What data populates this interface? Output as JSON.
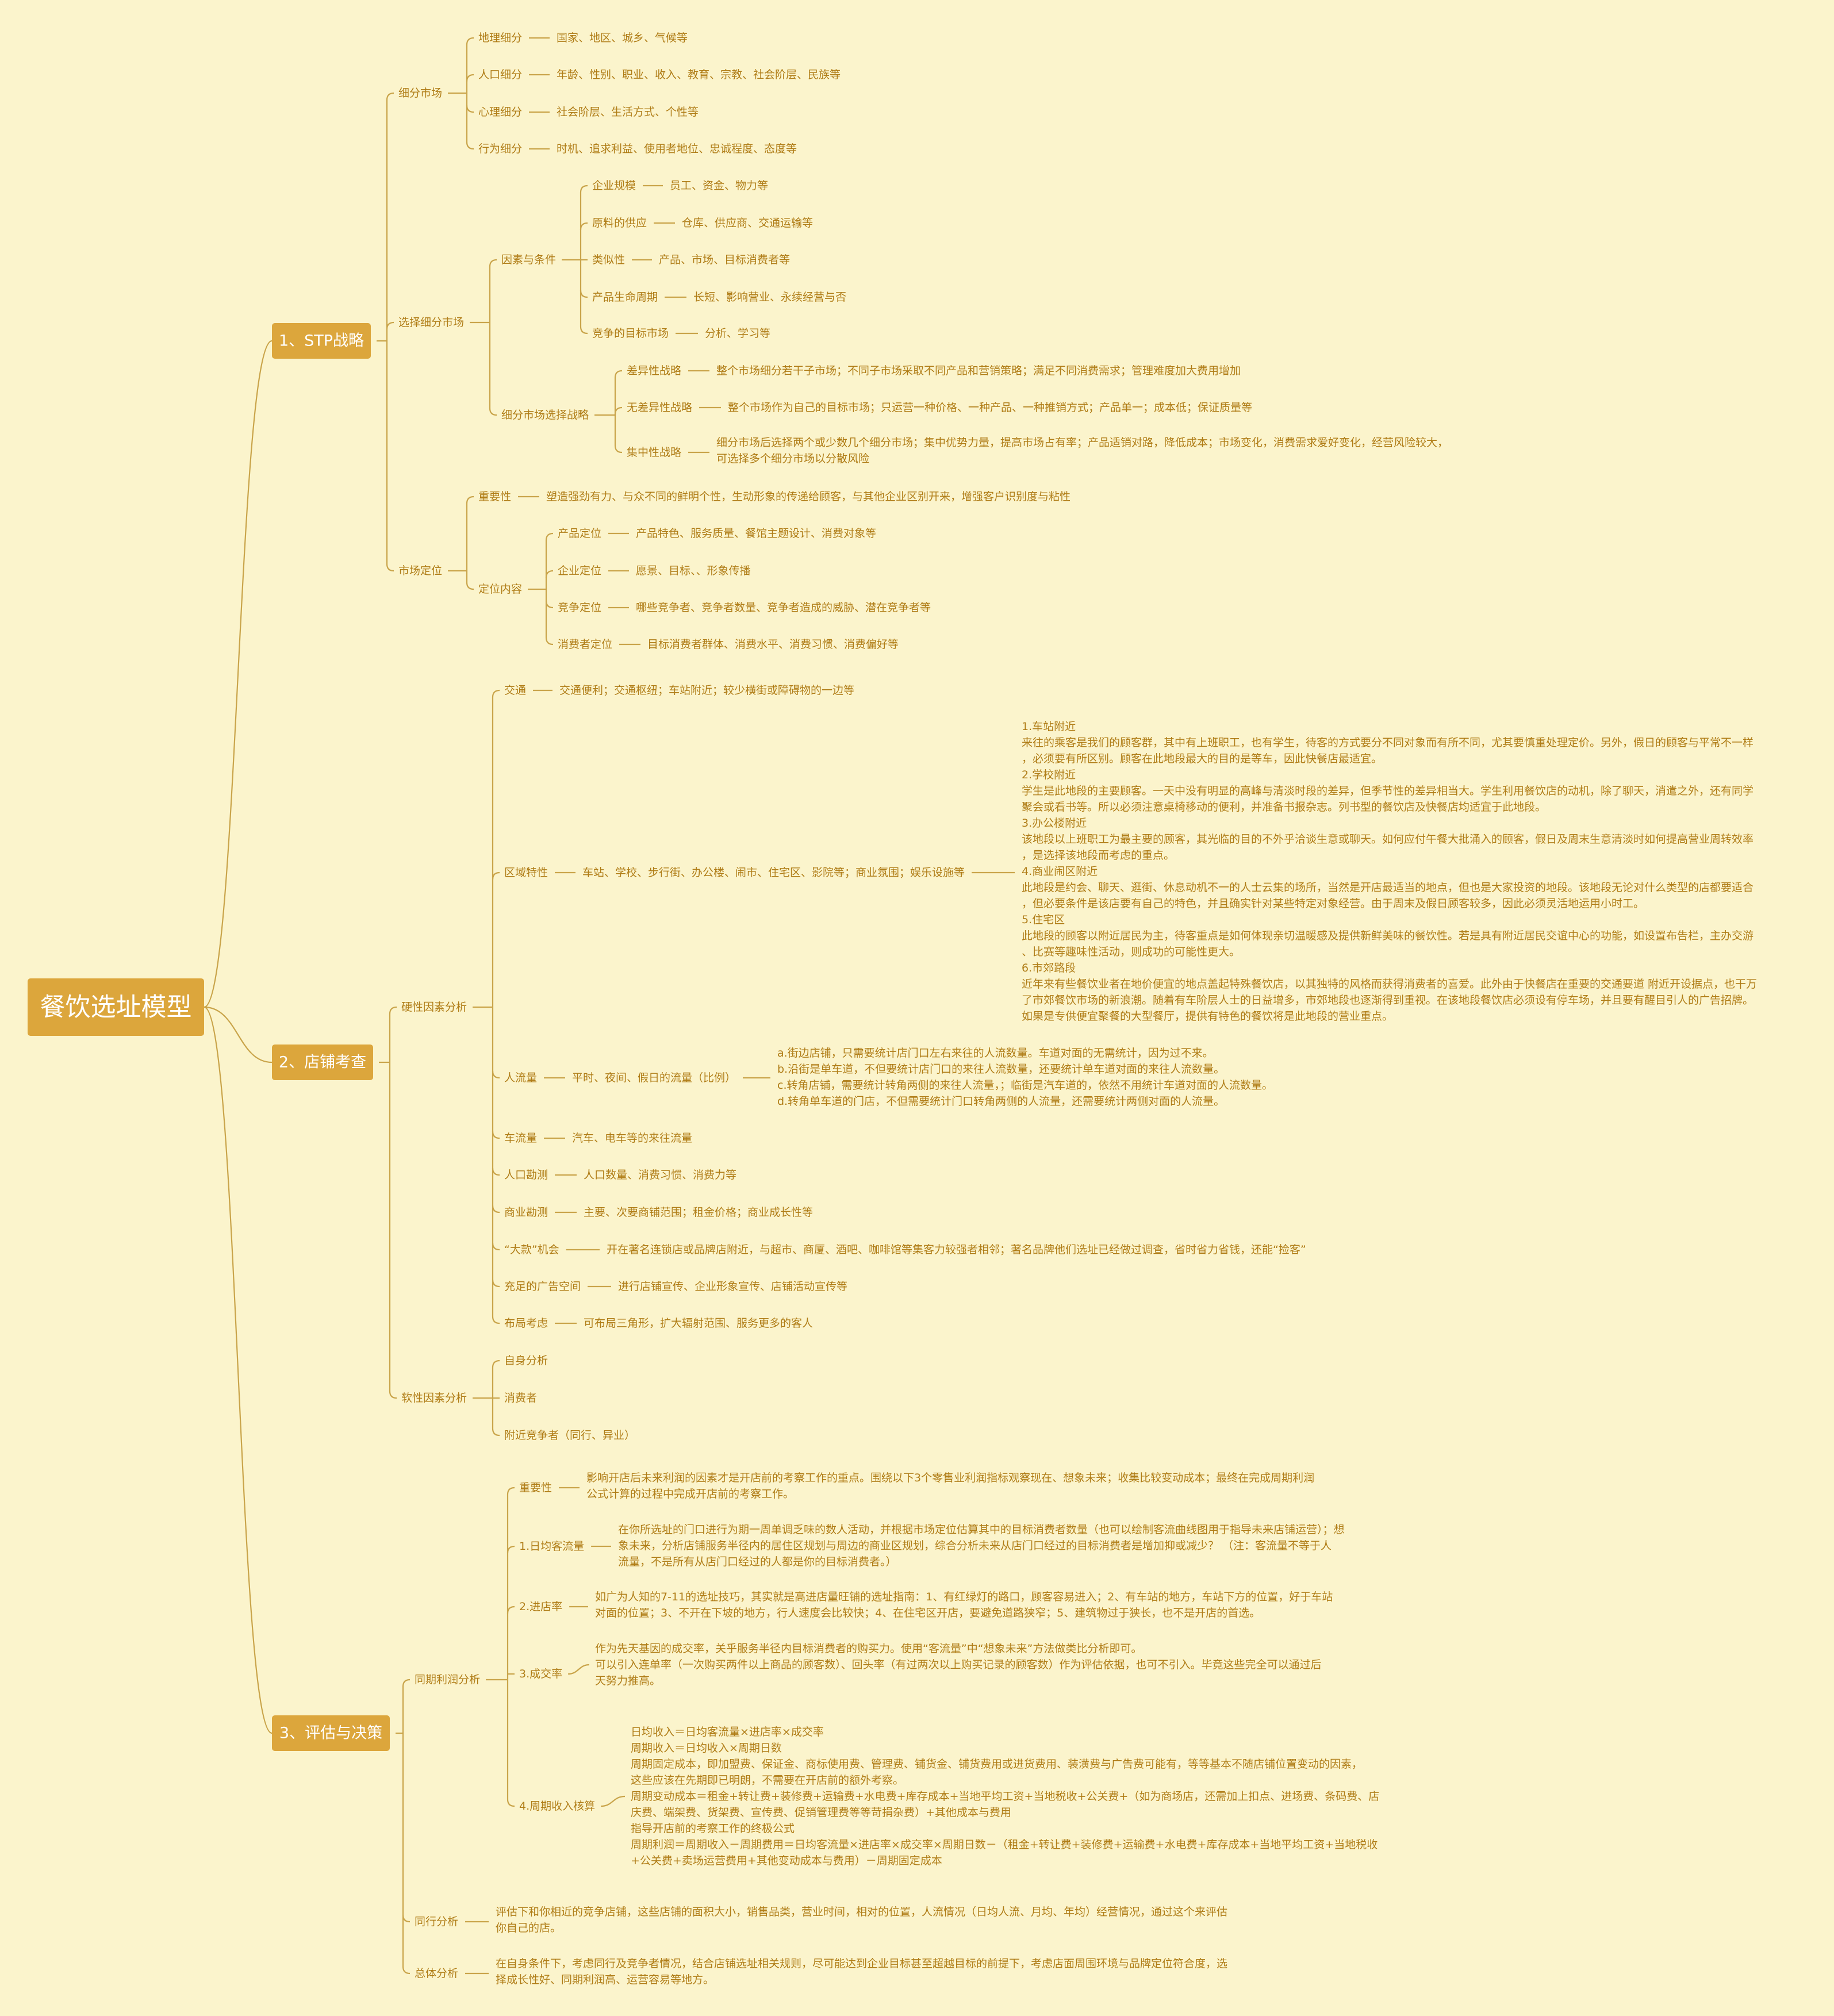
{
  "root": {
    "label": "餐饮选址模型",
    "id": "root"
  },
  "nodes": [
    {
      "id": "n1",
      "parent": "root",
      "label": "1、STP战略"
    },
    {
      "id": "n1a",
      "parent": "n1",
      "label": "细分市场"
    },
    {
      "id": "n1a1",
      "parent": "n1a",
      "label": "地理细分"
    },
    {
      "id": "n1a1d",
      "parent": "n1a1",
      "label": "国家、地区、城乡、气候等"
    },
    {
      "id": "n1a2",
      "parent": "n1a",
      "label": "人口细分"
    },
    {
      "id": "n1a2d",
      "parent": "n1a2",
      "label": "年龄、性别、职业、收入、教育、宗教、社会阶层、民族等"
    },
    {
      "id": "n1a3",
      "parent": "n1a",
      "label": "心理细分"
    },
    {
      "id": "n1a3d",
      "parent": "n1a3",
      "label": "社会阶层、生活方式、个性等"
    },
    {
      "id": "n1a4",
      "parent": "n1a",
      "label": "行为细分"
    },
    {
      "id": "n1a4d",
      "parent": "n1a4",
      "label": "时机、追求利益、使用者地位、忠诚程度、态度等"
    },
    {
      "id": "n1b",
      "parent": "n1",
      "label": "选择细分市场"
    },
    {
      "id": "n1b1",
      "parent": "n1b",
      "label": "因素与条件"
    },
    {
      "id": "n1b11",
      "parent": "n1b1",
      "label": "企业规模"
    },
    {
      "id": "n1b11d",
      "parent": "n1b11",
      "label": "员工、资金、物力等"
    },
    {
      "id": "n1b12",
      "parent": "n1b1",
      "label": "原料的供应"
    },
    {
      "id": "n1b12d",
      "parent": "n1b12",
      "label": "仓库、供应商、交通运输等"
    },
    {
      "id": "n1b13",
      "parent": "n1b1",
      "label": "类似性"
    },
    {
      "id": "n1b13d",
      "parent": "n1b13",
      "label": "产品、市场、目标消费者等"
    },
    {
      "id": "n1b14",
      "parent": "n1b1",
      "label": "产品生命周期"
    },
    {
      "id": "n1b14d",
      "parent": "n1b14",
      "label": "长短、影响营业、永续经营与否"
    },
    {
      "id": "n1b15",
      "parent": "n1b1",
      "label": "竞争的目标市场"
    },
    {
      "id": "n1b15d",
      "parent": "n1b15",
      "label": "分析、学习等"
    },
    {
      "id": "n1b2",
      "parent": "n1b",
      "label": "细分市场选择战略"
    },
    {
      "id": "n1b21",
      "parent": "n1b2",
      "label": "差异性战略"
    },
    {
      "id": "n1b21d",
      "parent": "n1b21",
      "label": "整个市场细分若干子市场；不同子市场采取不同产品和营销策略；满足不同消费需求；管理难度加大费用增加"
    },
    {
      "id": "n1b22",
      "parent": "n1b2",
      "label": "无差异性战略"
    },
    {
      "id": "n1b22d",
      "parent": "n1b22",
      "label": "整个市场作为自己的目标市场；只运营一种价格、一种产品、一种推销方式；产品单一；成本低；保证质量等"
    },
    {
      "id": "n1b23",
      "parent": "n1b2",
      "label": "集中性战略"
    },
    {
      "id": "n1b23d",
      "parent": "n1b23",
      "lines": [
        "细分市场后选择两个或少数几个细分市场；集中优势力量，提高市场占有率；产品适销对路，降低成本；市场变化，消费需求爱好变化，经营风险较大，",
        "可选择多个细分市场以分散风险"
      ]
    },
    {
      "id": "n1c",
      "parent": "n1",
      "label": "市场定位"
    },
    {
      "id": "n1c1",
      "parent": "n1c",
      "label": "重要性"
    },
    {
      "id": "n1c1d",
      "parent": "n1c1",
      "label": "塑造强劲有力、与众不同的鲜明个性，生动形象的传递给顾客，与其他企业区别开来，增强客户识别度与粘性"
    },
    {
      "id": "n1c2",
      "parent": "n1c",
      "label": "定位内容"
    },
    {
      "id": "n1c21",
      "parent": "n1c2",
      "label": "产品定位"
    },
    {
      "id": "n1c21d",
      "parent": "n1c21",
      "label": "产品特色、服务质量、餐馆主题设计、消费对象等"
    },
    {
      "id": "n1c22",
      "parent": "n1c2",
      "label": "企业定位"
    },
    {
      "id": "n1c22d",
      "parent": "n1c22",
      "label": "愿景、目标、、形象传播"
    },
    {
      "id": "n1c23",
      "parent": "n1c2",
      "label": "竞争定位"
    },
    {
      "id": "n1c23d",
      "parent": "n1c23",
      "label": "哪些竞争者、竞争者数量、竞争者造成的威胁、潜在竞争者等"
    },
    {
      "id": "n1c24",
      "parent": "n1c2",
      "label": "消费者定位"
    },
    {
      "id": "n1c24d",
      "parent": "n1c24",
      "label": "目标消费者群体、消费水平、消费习惯、消费偏好等"
    },
    {
      "id": "n2",
      "parent": "root",
      "label": "2、店铺考查"
    },
    {
      "id": "n2a",
      "parent": "n2",
      "label": "硬性因素分析"
    },
    {
      "id": "n2a1",
      "parent": "n2a",
      "label": "交通"
    },
    {
      "id": "n2a1d",
      "parent": "n2a1",
      "label": "交通便利；交通枢纽；车站附近；较少横街或障碍物的一边等"
    },
    {
      "id": "n2a2",
      "parent": "n2a",
      "label": "区域特性"
    },
    {
      "id": "n2a2d",
      "parent": "n2a2",
      "label": "车站、学校、步行街、办公楼、闹市、住宅区、影院等；商业氛围；娱乐设施等"
    },
    {
      "id": "n2a2e",
      "parent": "n2a2d",
      "lines": [
        "1.车站附近",
        "来往的乘客是我们的顾客群，其中有上班职工，也有学生，待客的方式要分不同对象而有所不同，尤其要慎重处理定价。另外，假日的顾客与平常不一样",
        "，必须要有所区别。顾客在此地段最大的目的是等车，因此快餐店最适宜。",
        "2.学校附近",
        "学生是此地段的主要顾客。一天中没有明显的高峰与清淡时段的差异，但季节性的差异相当大。学生利用餐饮店的动机，除了聊天，消遣之外，还有同学",
        "聚会或看书等。所以必须注意桌椅移动的便利，并准备书报杂志。列书型的餐饮店及快餐店均适宜于此地段。",
        "3.办公楼附近",
        "该地段以上班职工为最主要的顾客，其光临的目的不外乎洽谈生意或聊天。如何应付午餐大批涌入的顾客，假日及周末生意清淡时如何提高营业周转效率",
        "，是选择该地段而考虑的重点。",
        "4.商业闹区附近",
        "此地段是约会、聊天、逛街、休息动机不一的人士云集的场所，当然是开店最适当的地点，但也是大家投资的地段。该地段无论对什么类型的店都要适合",
        "，但必要条件是该店要有自己的特色，并且确实针对某些特定对象经营。由于周末及假日顾客较多，因此必须灵活地运用小时工。",
        "5.住宅区",
        "此地段的顾客以附近居民为主，待客重点是如何体现亲切温暖感及提供新鲜美味的餐饮性。若是具有附近居民交谊中心的功能，如设置布告栏，主办交游",
        "、比赛等趣味性活动，则成功的可能性更大。",
        "6.市郊路段",
        "近年来有些餐饮业者在地价便宜的地点盖起特殊餐饮店，以其独特的风格而获得消费者的喜爱。此外由于快餐店在重要的交通要道 附近开设据点，也干万",
        "了市郊餐饮市场的新浪潮。随着有车阶层人士的日益增多，市郊地段也逐渐得到重视。在该地段餐饮店必须设有停车场，并且要有醒目引人的广告招牌。",
        "如果是专供便宜聚餐的大型餐厅，提供有特色的餐饮将是此地段的营业重点。"
      ]
    },
    {
      "id": "n2a3",
      "parent": "n2a",
      "label": "人流量"
    },
    {
      "id": "n2a3d",
      "parent": "n2a3",
      "label": "平时、夜间、假日的流量（比例）"
    },
    {
      "id": "n2a3e",
      "parent": "n2a3d",
      "lines": [
        "a.街边店铺，只需要统计店门口左右来往的人流数量。车道对面的无需统计，因为过不来。",
        "b.沿街是单车道，不但要统计店门口的来往人流数量，还要统计单车道对面的来往人流数量。",
        "c.转角店铺，需要统计转角两侧的来往人流量，；临街是汽车道的，依然不用统计车道对面的人流数量。",
        "d.转角单车道的门店，不但需要统计门口转角两侧的人流量，还需要统计两侧对面的人流量。"
      ]
    },
    {
      "id": "n2a4",
      "parent": "n2a",
      "label": "车流量"
    },
    {
      "id": "n2a4d",
      "parent": "n2a4",
      "label": "汽车、电车等的来往流量"
    },
    {
      "id": "n2a5",
      "parent": "n2a",
      "label": "人口勘测"
    },
    {
      "id": "n2a5d",
      "parent": "n2a5",
      "label": "人口数量、消费习惯、消费力等"
    },
    {
      "id": "n2a6",
      "parent": "n2a",
      "label": "商业勘测"
    },
    {
      "id": "n2a6d",
      "parent": "n2a6",
      "label": "主要、次要商铺范围；租金价格；商业成长性等"
    },
    {
      "id": "n2a7",
      "parent": "n2a",
      "label": "“大款”机会"
    },
    {
      "id": "n2a7d",
      "parent": "n2a7",
      "label": "开在著名连锁店或品牌店附近，与超市、商厦、酒吧、咖啡馆等集客力较强者相邻；著名品牌他们选址已经做过调查，省时省力省钱，还能“捡客”"
    },
    {
      "id": "n2a8",
      "parent": "n2a",
      "label": "充足的广告空间"
    },
    {
      "id": "n2a8d",
      "parent": "n2a8",
      "label": "进行店铺宣传、企业形象宣传、店铺活动宣传等"
    },
    {
      "id": "n2a9",
      "parent": "n2a",
      "label": "布局考虑"
    },
    {
      "id": "n2a9d",
      "parent": "n2a9",
      "label": "可布局三角形，扩大辐射范围、服务更多的客人"
    },
    {
      "id": "n2b",
      "parent": "n2",
      "label": "软性因素分析"
    },
    {
      "id": "n2b1",
      "parent": "n2b",
      "label": "自身分析"
    },
    {
      "id": "n2b2",
      "parent": "n2b",
      "label": "消费者"
    },
    {
      "id": "n2b3",
      "parent": "n2b",
      "label": "附近竞争者（同行、异业）"
    },
    {
      "id": "n3",
      "parent": "root",
      "label": "3、评估与决策"
    },
    {
      "id": "n3a",
      "parent": "n3",
      "label": "同期利润分析"
    },
    {
      "id": "n3a1",
      "parent": "n3a",
      "label": "重要性"
    },
    {
      "id": "n3a1d",
      "parent": "n3a1",
      "lines": [
        "影响开店后未来利润的因素才是开店前的考察工作的重点。围绕以下3个零售业利润指标观察现在、想象未来；收集比较变动成本；最终在完成周期利润",
        "公式计算的过程中完成开店前的考察工作。"
      ]
    },
    {
      "id": "n3a2",
      "parent": "n3a",
      "label": "1.日均客流量"
    },
    {
      "id": "n3a2d",
      "parent": "n3a2",
      "lines": [
        "在你所选址的门口进行为期一周单调乏味的数人活动，并根据市场定位估算其中的目标消费者数量（也可以绘制客流曲线图用于指导未来店铺运营）；想",
        "象未来，分析店铺服务半径内的居住区规划与周边的商业区规划，综合分析未来从店门口经过的目标消费者是增加抑或减少？        （注：客流量不等于人",
        "流量，不是所有从店门口经过的人都是你的目标消费者。）"
      ]
    },
    {
      "id": "n3a3",
      "parent": "n3a",
      "label": "2.进店率"
    },
    {
      "id": "n3a3d",
      "parent": "n3a3",
      "lines": [
        "如广为人知的7-11的选址技巧，其实就是高进店量旺铺的选址指南：1、有红绿灯的路口，顾客容易进入；2、有车站的地方，车站下方的位置，好于车站",
        "对面的位置；3、不开在下坡的地方，行人速度会比较快；4、在住宅区开店，要避免道路狭窄；5、建筑物过于狭长，也不是开店的首选。"
      ]
    },
    {
      "id": "n3a4",
      "parent": "n3a",
      "label": "3.成交率"
    },
    {
      "id": "n3a4d",
      "parent": "n3a4",
      "lines": [
        "作为先天基因的成交率，关乎服务半径内目标消费者的购买力。使用“客流量”中“想象未来”方法做类比分析即可。",
        "可以引入连单率（一次购买两件以上商品的顾客数）、回头率（有过两次以上购买记录的顾客数）作为评估依据，也可不引入。毕竟这些完全可以通过后",
        "天努力推高。"
      ]
    },
    {
      "id": "n3a5",
      "parent": "n3a",
      "label": "4.周期收入核算"
    },
    {
      "id": "n3a5d",
      "parent": "n3a5",
      "lines": [
        "日均收入＝日均客流量×进店率×成交率",
        "周期收入＝日均收入×周期日数",
        "周期固定成本，即加盟费、保证金、商标使用费、管理费、铺货金、铺货费用或进货费用、装潢费与广告费可能有，等等基本不随店铺位置变动的因素，",
        "这些应该在先期即已明朗，不需要在开店前的额外考察。",
        "周期变动成本＝租金+转让费+装修费+运输费+水电费+库存成本+当地平均工资+当地税收+公关费+（如为商场店，还需加上扣点、进场费、条码费、店",
        "庆费、端架费、货架费、宣传费、促销管理费等等苛捐杂费）+其他成本与费用",
        "指导开店前的考察工作的终极公式",
        "周期利润＝周期收入－周期费用＝日均客流量×进店率×成交率×周期日数－（租金+转让费+装修费+运输费+水电费+库存成本+当地平均工资+当地税收",
        "+公关费+卖场运营费用+其他变动成本与费用）－周期固定成本"
      ]
    },
    {
      "id": "n3b",
      "parent": "n3",
      "label": "同行分析"
    },
    {
      "id": "n3bd",
      "parent": "n3b",
      "lines": [
        "评估下和你相近的竞争店铺，这些店铺的面积大小，销售品类，营业时间，相对的位置，人流情况（日均人流、月均、年均）经营情况，通过这个来评估",
        "你自己的店。"
      ]
    },
    {
      "id": "n3c",
      "parent": "n3",
      "label": "总体分析"
    },
    {
      "id": "n3cd",
      "parent": "n3c",
      "lines": [
        "在自身条件下，考虑同行及竞争者情况，结合店铺选址相关规则，尽可能达到企业目标甚至超越目标的前提下，考虑店面周围环境与品牌定位符合度，选",
        "择成长性好、同期利润高、运营容易等地方。"
      ]
    }
  ],
  "colors": {
    "background": "#fbf4cc",
    "branch": "#dca63c",
    "line": "#c9a44a",
    "text": "#b07d17",
    "box_text": "#ffffff"
  }
}
